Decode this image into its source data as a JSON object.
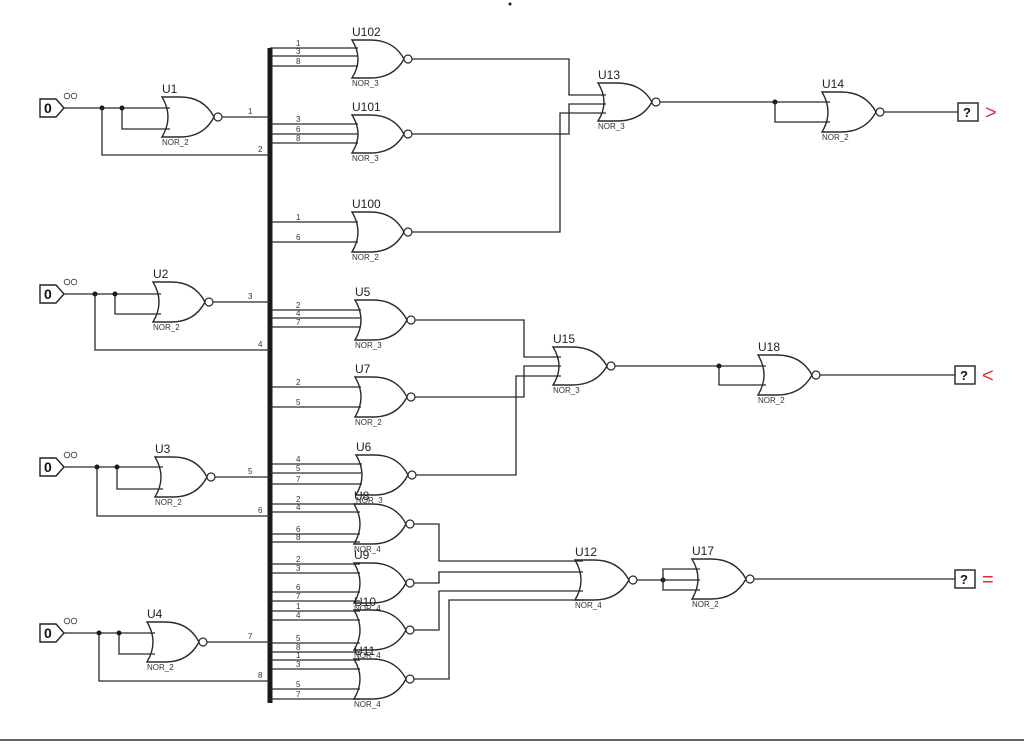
{
  "title": "4-bit comparator NOR logic schematic",
  "colors": {
    "annotation": "#e03030",
    "wire": "#2a2a2a",
    "bus": "#1a1a1a"
  },
  "inputs": [
    {
      "id": "in1",
      "value": "0",
      "icons": [
        "toggle-up-icon",
        "toggle-down-icon"
      ]
    },
    {
      "id": "in2",
      "value": "0",
      "icons": [
        "toggle-up-icon",
        "toggle-down-icon"
      ]
    },
    {
      "id": "in3",
      "value": "0",
      "icons": [
        "toggle-up-icon",
        "toggle-down-icon"
      ]
    },
    {
      "id": "in4",
      "value": "0",
      "icons": [
        "toggle-up-icon",
        "toggle-down-icon"
      ]
    }
  ],
  "gates": {
    "U1": {
      "name": "U1",
      "type": "NOR_2"
    },
    "U2": {
      "name": "U2",
      "type": "NOR_2"
    },
    "U3": {
      "name": "U3",
      "type": "NOR_2"
    },
    "U4": {
      "name": "U4",
      "type": "NOR_2"
    },
    "U102": {
      "name": "U102",
      "type": "NOR_3",
      "pins": [
        "1",
        "3",
        "8"
      ]
    },
    "U101": {
      "name": "U101",
      "type": "NOR_3",
      "pins": [
        "3",
        "6",
        "8"
      ]
    },
    "U100": {
      "name": "U100",
      "type": "NOR_2",
      "pins": [
        "1",
        "6"
      ]
    },
    "U5": {
      "name": "U5",
      "type": "NOR_3",
      "pins": [
        "2",
        "4",
        "7"
      ]
    },
    "U7": {
      "name": "U7",
      "type": "NOR_2",
      "pins": [
        "2",
        "5"
      ]
    },
    "U6": {
      "name": "U6",
      "type": "NOR_3",
      "pins": [
        "4",
        "5",
        "7"
      ]
    },
    "U8": {
      "name": "U8",
      "type": "NOR_4",
      "pins": [
        "2",
        "4",
        "6",
        "8"
      ]
    },
    "U9": {
      "name": "U9",
      "type": "NOR_4",
      "pins": [
        "2",
        "3",
        "6",
        "7"
      ]
    },
    "U10": {
      "name": "U10",
      "type": "NOR_4",
      "pins": [
        "1",
        "4",
        "5",
        "8"
      ]
    },
    "U11": {
      "name": "U11",
      "type": "NOR_4",
      "pins": [
        "1",
        "3",
        "5",
        "7"
      ]
    },
    "U13": {
      "name": "U13",
      "type": "NOR_3"
    },
    "U14": {
      "name": "U14",
      "type": "NOR_2"
    },
    "U15": {
      "name": "U15",
      "type": "NOR_3"
    },
    "U18": {
      "name": "U18",
      "type": "NOR_2"
    },
    "U12": {
      "name": "U12",
      "type": "NOR_4"
    },
    "U17": {
      "name": "U17",
      "type": "NOR_2"
    }
  },
  "bus_taps": {
    "t1": "1",
    "t2": "2",
    "t3": "3",
    "t4": "4",
    "t5": "5",
    "t6": "6",
    "t7": "7",
    "t8": "8"
  },
  "outputs": [
    {
      "id": "out_gt",
      "value": "?",
      "annotation": ">"
    },
    {
      "id": "out_lt",
      "value": "?",
      "annotation": "<"
    },
    {
      "id": "out_eq",
      "value": "?",
      "annotation": "="
    }
  ]
}
